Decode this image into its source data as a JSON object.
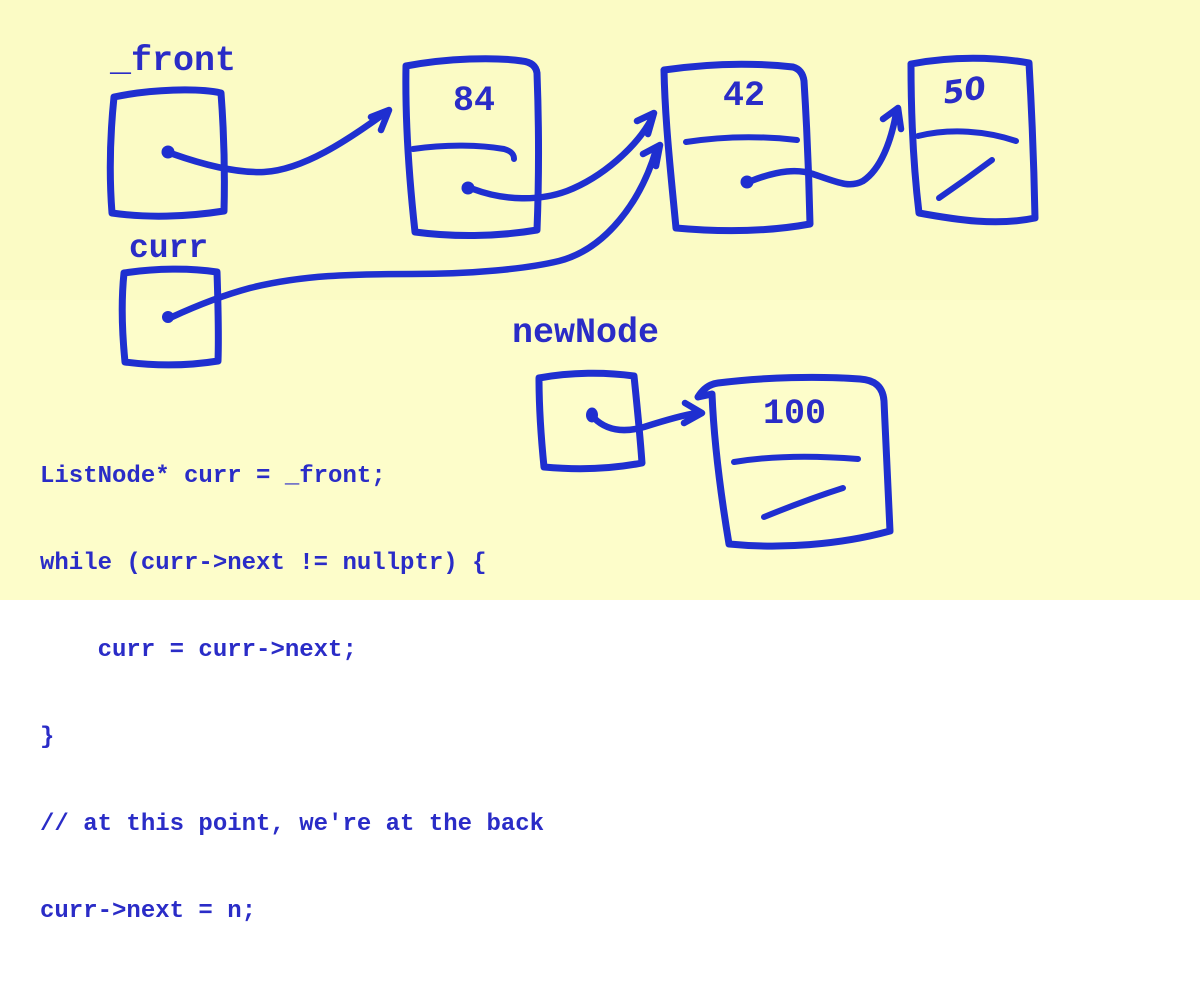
{
  "colors": {
    "background_top": "#fbfbc5",
    "background_bottom": "#fdfdca",
    "ink": "#1f2fd0",
    "text": "#2a2cc7"
  },
  "labels": {
    "front": "_front",
    "curr": "curr",
    "new_node": "newNode"
  },
  "nodes": [
    {
      "value": "84"
    },
    {
      "value": "42"
    },
    {
      "value": "50"
    },
    {
      "value": "100"
    }
  ],
  "code_lines": [
    "ListNode* curr = _front;",
    "while (curr->next != nullptr) {",
    "    curr = curr->next;",
    "}",
    "// at this point, we're at the back",
    "curr->next = n;"
  ]
}
